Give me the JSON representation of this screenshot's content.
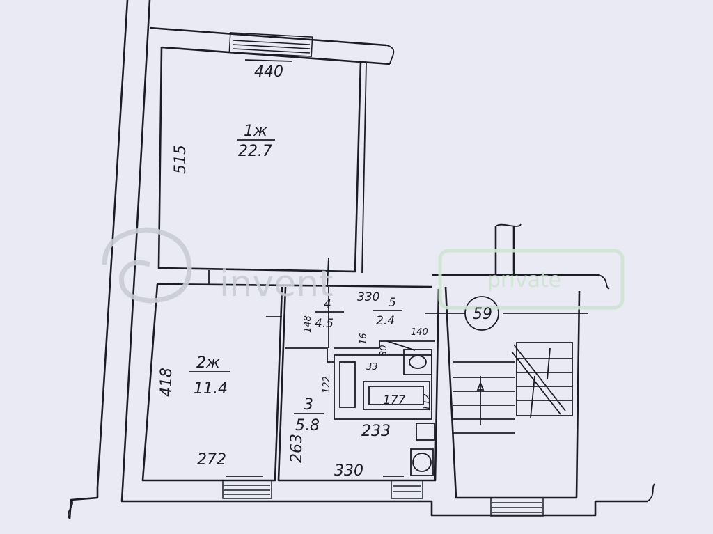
{
  "plan": {
    "rooms": [
      {
        "number": "1ж",
        "area": "22.7"
      },
      {
        "number": "2ж",
        "area": "11.4"
      },
      {
        "number": "3",
        "area": "5.8"
      },
      {
        "number": "4",
        "area": "4.5"
      },
      {
        "number": "5",
        "area": "2.4"
      }
    ],
    "dimensions": {
      "d440": "440",
      "d515": "515",
      "d418": "418",
      "d272": "272",
      "d263": "263",
      "d233": "233",
      "d330_bottom": "330",
      "d330_top": "330",
      "d148": "148",
      "d122": "122",
      "d140": "140",
      "d16": "16",
      "d30": "30",
      "d33": "33",
      "d177": "177",
      "d112": "112"
    },
    "apartment_number": "59"
  },
  "watermark": {
    "brand": "invent",
    "tag": "private"
  },
  "colors": {
    "paper": "#e9eaf3",
    "ink": "#1b1c26"
  }
}
